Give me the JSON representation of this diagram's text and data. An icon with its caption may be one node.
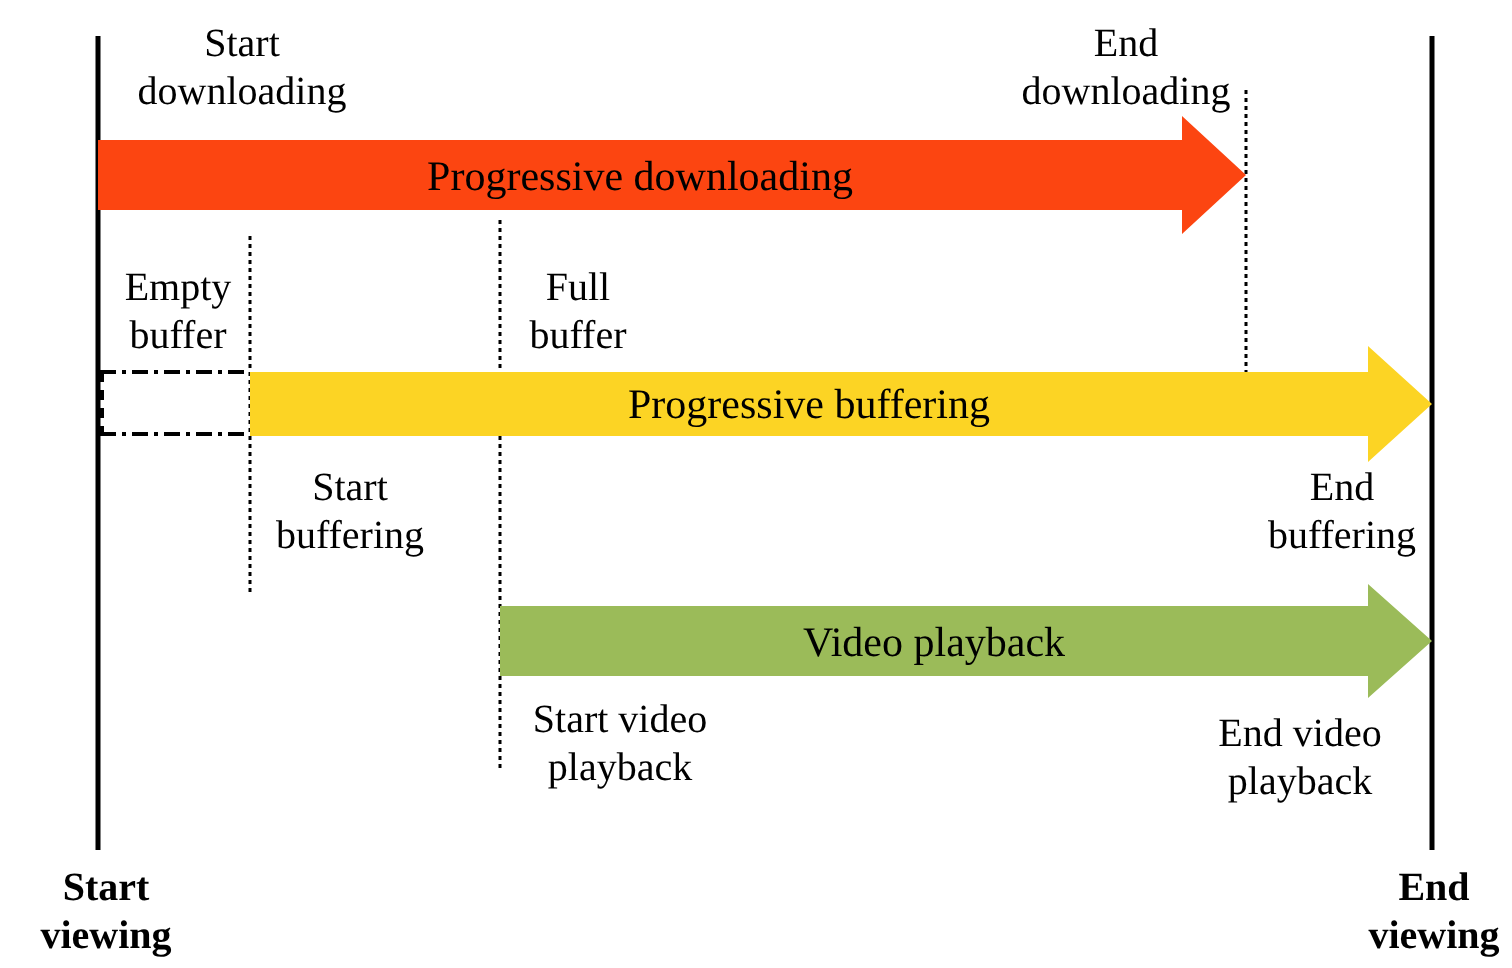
{
  "diagram": {
    "nodes": [
      {
        "text": [
          "Progressive downloading"
        ]
      },
      {
        "text": [
          "Progressive buffering"
        ]
      },
      {
        "text": [
          "Video playback"
        ]
      }
    ],
    "labels": [
      "Start downloading",
      "End downloading",
      "Empty buffer",
      "Full buffer",
      "Start buffering",
      "End buffering",
      "Start video playback",
      "End video playback",
      "Start viewing",
      "End viewing"
    ]
  }
}
